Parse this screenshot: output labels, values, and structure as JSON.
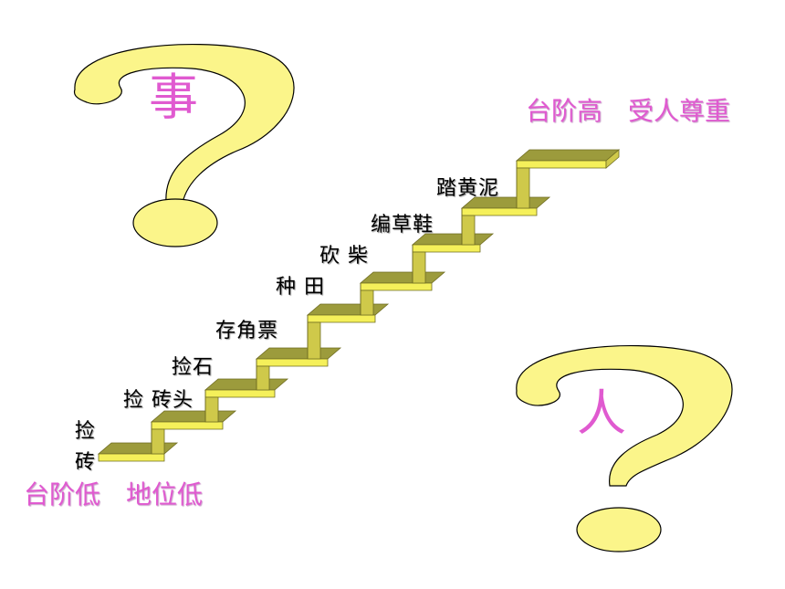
{
  "question_marks": [
    {
      "char": "事"
    },
    {
      "char": "人"
    }
  ],
  "high_caption": "台阶高　受人尊重",
  "low_caption": "台阶低　地位低",
  "step_labels": [
    "捡\n砖",
    "捡 砖头",
    "捡石",
    "存角票",
    "种 田",
    "砍 柴",
    "编草鞋",
    "踏黄泥"
  ],
  "colors": {
    "question_fill": "#fbf58a",
    "step_top": "#9c9b3c",
    "step_front": "#f5f05a",
    "step_side": "#cfc94a",
    "pink_text": "#e05ad0"
  }
}
